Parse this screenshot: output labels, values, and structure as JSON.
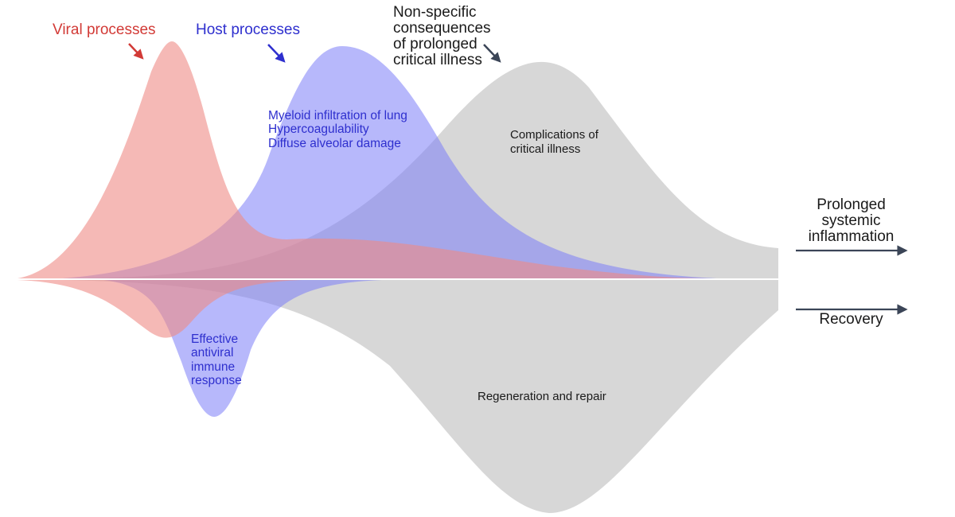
{
  "colors": {
    "viral": "#ee8a86",
    "host": "#7b7df7",
    "nonspecific": "#d0d0d0",
    "viral_text": "#d23a36",
    "host_text": "#2e2fce",
    "neutral_text": "#1a1a1a",
    "outcome_arrow": "#3b4557",
    "host_arrow": "#2e2fce",
    "viral_arrow": "#d23a36",
    "nonspecific_arrow": "#3b4557"
  },
  "category_labels": {
    "viral": "Viral processes",
    "host": "Host processes",
    "nonspecific": [
      "Non-specific",
      "consequences",
      "of prolonged",
      "critical illness"
    ]
  },
  "annotations": {
    "host_upper": [
      "Myeloid infiltration of lung",
      "Hypercoagulability",
      "Diffuse alveolar damage"
    ],
    "host_lower": [
      "Effective",
      "antiviral",
      "immune",
      "response"
    ],
    "nonspecific_upper": [
      "Complications of",
      "critical illness"
    ],
    "nonspecific_lower": "Regeneration and repair"
  },
  "outcomes": {
    "prolonged": [
      "Prolonged",
      "systemic",
      "inflammation"
    ],
    "recovery": "Recovery"
  }
}
